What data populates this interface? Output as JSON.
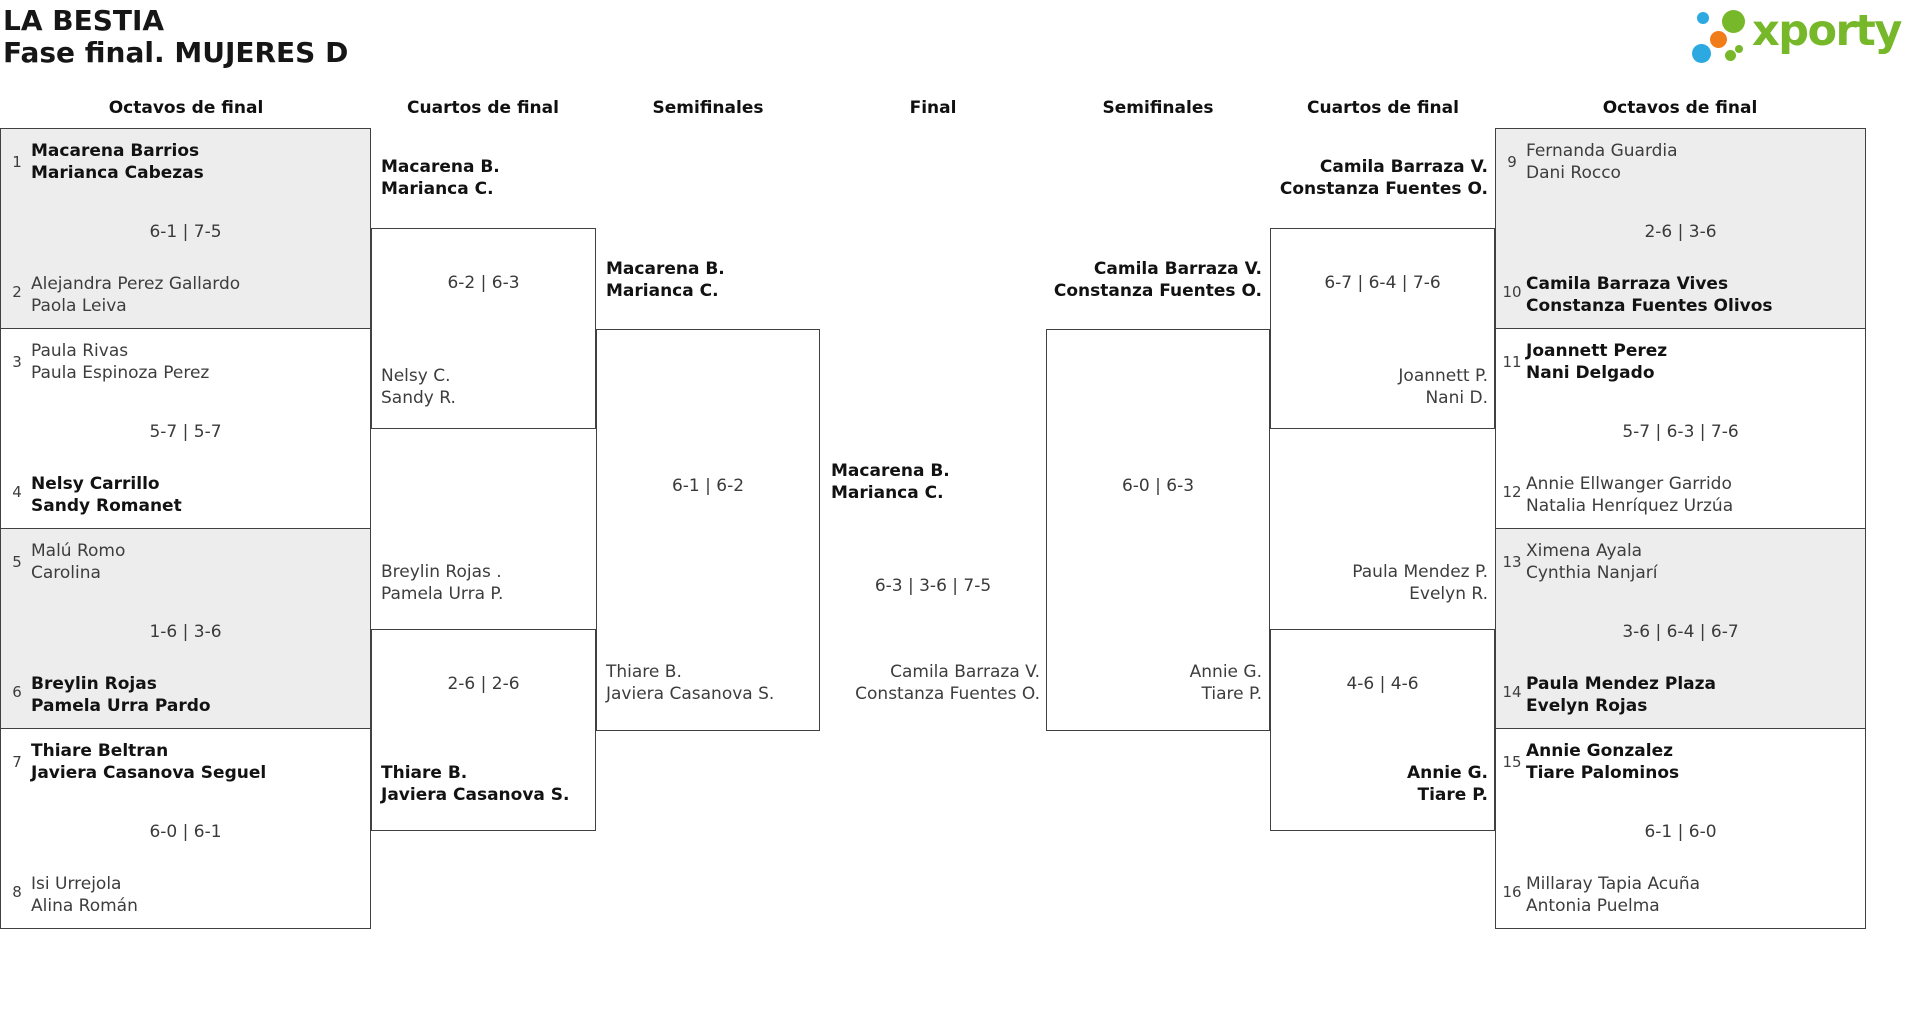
{
  "header": {
    "title_line1": "LA BESTIA",
    "title_line2": "Fase final. MUJERES D",
    "logo_text": "xporty"
  },
  "colors": {
    "logo_green": "#76b82a",
    "logo_blue": "#2ba9e0",
    "logo_orange": "#f07d1a",
    "shaded_match_bg": "#ededed",
    "bracket_line": "#414141"
  },
  "round_headers": [
    "Octavos de final",
    "Cuartos de final",
    "Semifinales",
    "Final",
    "Semifinales",
    "Cuartos de final",
    "Octavos de final"
  ],
  "octavos_left": [
    {
      "seed1": "1",
      "t1": [
        "Macarena Barrios",
        "Marianca Cabezas"
      ],
      "score": "6-1 | 7-5",
      "seed2": "2",
      "t2": [
        "Alejandra Perez Gallardo",
        "Paola Leiva"
      ]
    },
    {
      "seed1": "3",
      "t1": [
        "Paula Rivas",
        "Paula Espinoza Perez"
      ],
      "score": "5-7 | 5-7",
      "seed2": "4",
      "t2": [
        "Nelsy Carrillo",
        "Sandy Romanet"
      ]
    },
    {
      "seed1": "5",
      "t1": [
        "Malú Romo",
        "Carolina"
      ],
      "score": "1-6 | 3-6",
      "seed2": "6",
      "t2": [
        "Breylin Rojas",
        "Pamela Urra Pardo"
      ]
    },
    {
      "seed1": "7",
      "t1": [
        "Thiare Beltran",
        "Javiera Casanova Seguel"
      ],
      "score": "6-0 | 6-1",
      "seed2": "8",
      "t2": [
        "Isi Urrejola",
        "Alina Román"
      ]
    }
  ],
  "octavos_right": [
    {
      "seed1": "9",
      "t1": [
        "Fernanda Guardia",
        "Dani Rocco"
      ],
      "score": "2-6 | 3-6",
      "seed2": "10",
      "t2": [
        "Camila Barraza Vives",
        "Constanza Fuentes Olivos"
      ]
    },
    {
      "seed1": "11",
      "t1": [
        "Joannett Perez",
        "Nani Delgado"
      ],
      "score": "5-7 | 6-3 | 7-6",
      "seed2": "12",
      "t2": [
        "Annie Ellwanger Garrido",
        "Natalia Henríquez Urzúa"
      ]
    },
    {
      "seed1": "13",
      "t1": [
        "Ximena Ayala",
        "Cynthia Nanjarí"
      ],
      "score": "3-6 | 6-4 | 6-7",
      "seed2": "14",
      "t2": [
        "Paula Mendez Plaza",
        "Evelyn Rojas"
      ]
    },
    {
      "seed1": "15",
      "t1": [
        "Annie Gonzalez",
        "Tiare Palominos"
      ],
      "score": "6-1 | 6-0",
      "seed2": "16",
      "t2": [
        "Millaray Tapia Acuña",
        "Antonia Puelma"
      ]
    }
  ],
  "cuartos_left": [
    {
      "top": [
        "Macarena B.",
        "Marianca C."
      ],
      "score": "6-2 | 6-3",
      "bottom": [
        "Nelsy C.",
        "Sandy R."
      ]
    },
    {
      "top": [
        "Breylin Rojas .",
        "Pamela Urra P."
      ],
      "score": "2-6 | 2-6",
      "bottom": [
        "Thiare B.",
        "Javiera Casanova S."
      ]
    }
  ],
  "cuartos_right": [
    {
      "top": [
        "Camila Barraza V.",
        "Constanza Fuentes O."
      ],
      "score": "6-7 | 6-4 | 7-6",
      "bottom": [
        "Joannett P.",
        "Nani D."
      ]
    },
    {
      "top": [
        "Paula Mendez P.",
        "Evelyn R."
      ],
      "score": "4-6 | 4-6",
      "bottom": [
        "Annie G.",
        "Tiare P."
      ]
    }
  ],
  "semifinal_left": {
    "top": [
      "Macarena B.",
      "Marianca C."
    ],
    "score": "6-1 | 6-2",
    "bottom": [
      "Thiare B.",
      "Javiera Casanova S."
    ]
  },
  "semifinal_right": {
    "top": [
      "Camila Barraza V.",
      "Constanza Fuentes O."
    ],
    "score": "6-0 | 6-3",
    "bottom": [
      "Annie G.",
      "Tiare P."
    ]
  },
  "final": {
    "winner": [
      "Macarena B.",
      "Marianca C."
    ],
    "score": "6-3 | 3-6 | 7-5",
    "loser": [
      "Camila Barraza V.",
      "Constanza Fuentes O."
    ]
  }
}
